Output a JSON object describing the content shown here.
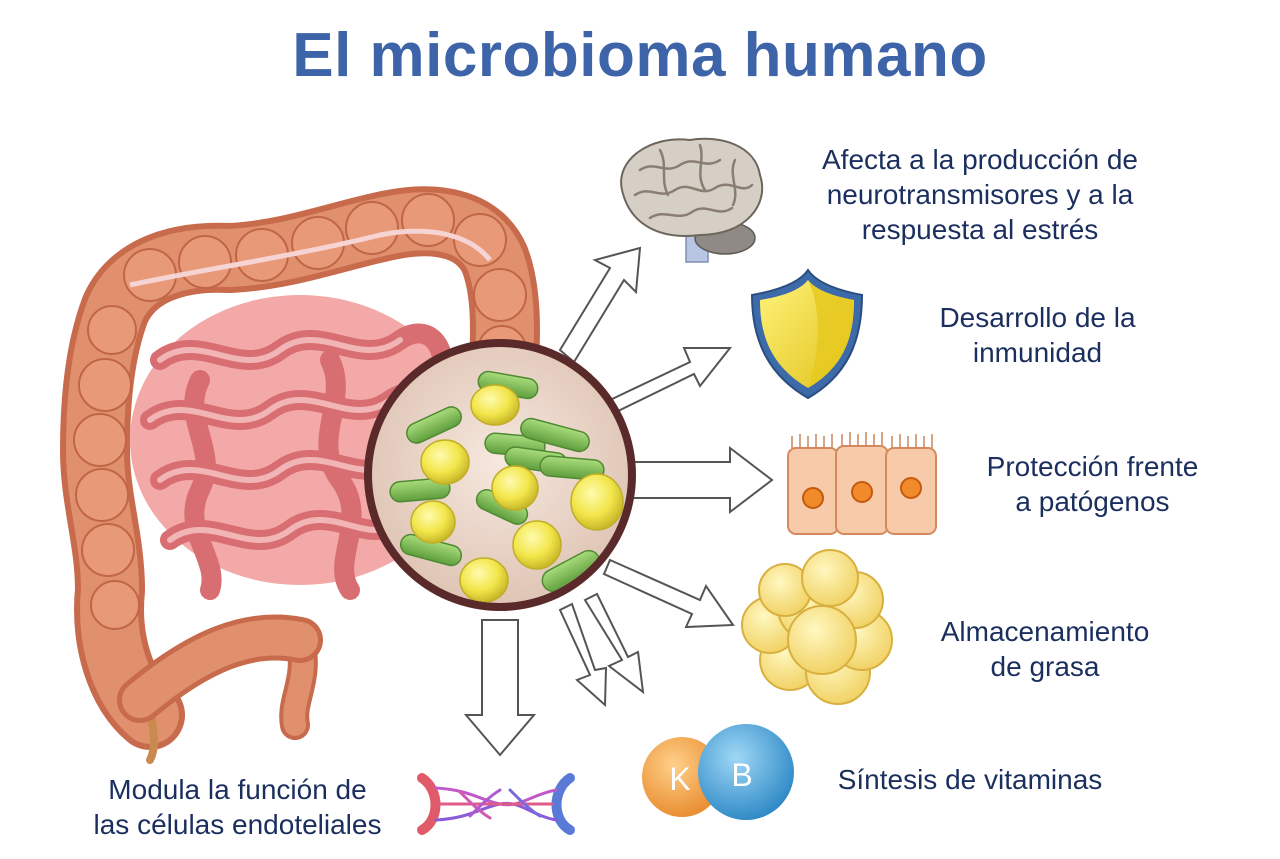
{
  "title": "El microbioma humano",
  "effects": {
    "neuro": [
      "Afecta a la producción de",
      "neurotransmisores y a la",
      "respuesta al estrés"
    ],
    "immune": [
      "Desarrollo de la",
      "inmunidad"
    ],
    "pathogen": [
      "Protección frente",
      "a patógenos"
    ],
    "fat": [
      "Almacenamiento",
      "de grasa"
    ],
    "vitamin": [
      "Síntesis de vitaminas"
    ],
    "endothelial": [
      "Modula la función de",
      "las células endoteliales"
    ]
  },
  "vitamins": {
    "k": "K",
    "b": "B"
  },
  "icons": {
    "brain": "brain-icon",
    "shield": "shield-icon",
    "epithelium": "epithelial-cells-icon",
    "fat": "fat-cell-cluster-icon",
    "vitamins": "vitamin-spheres-icon",
    "vessels": "blood-vessel-icon",
    "intestine": "intestine-illustration",
    "microbes": "microbiome-magnifier"
  },
  "colors": {
    "title": "#3d64a8",
    "label": "#1b2f5e",
    "colon": "#d98060",
    "small_intestine": "#ec8f90",
    "bacteria_green": "#7fbf5a",
    "bacteria_yellow": "#f2e64a",
    "vitamin_k": "#f0a040",
    "vitamin_b": "#3aa0d8"
  }
}
